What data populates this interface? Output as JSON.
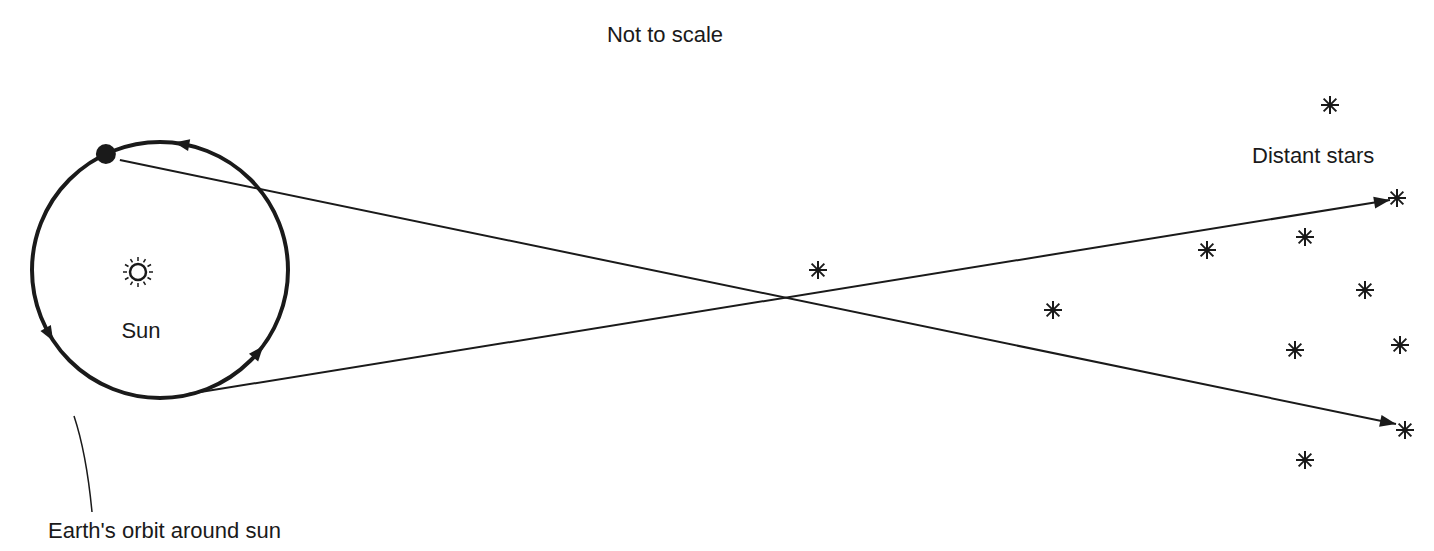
{
  "diagram": {
    "labels": [
      "Not to scale",
      "Distant stars",
      "Sun",
      "Earth's orbit around sun"
    ]
  }
}
